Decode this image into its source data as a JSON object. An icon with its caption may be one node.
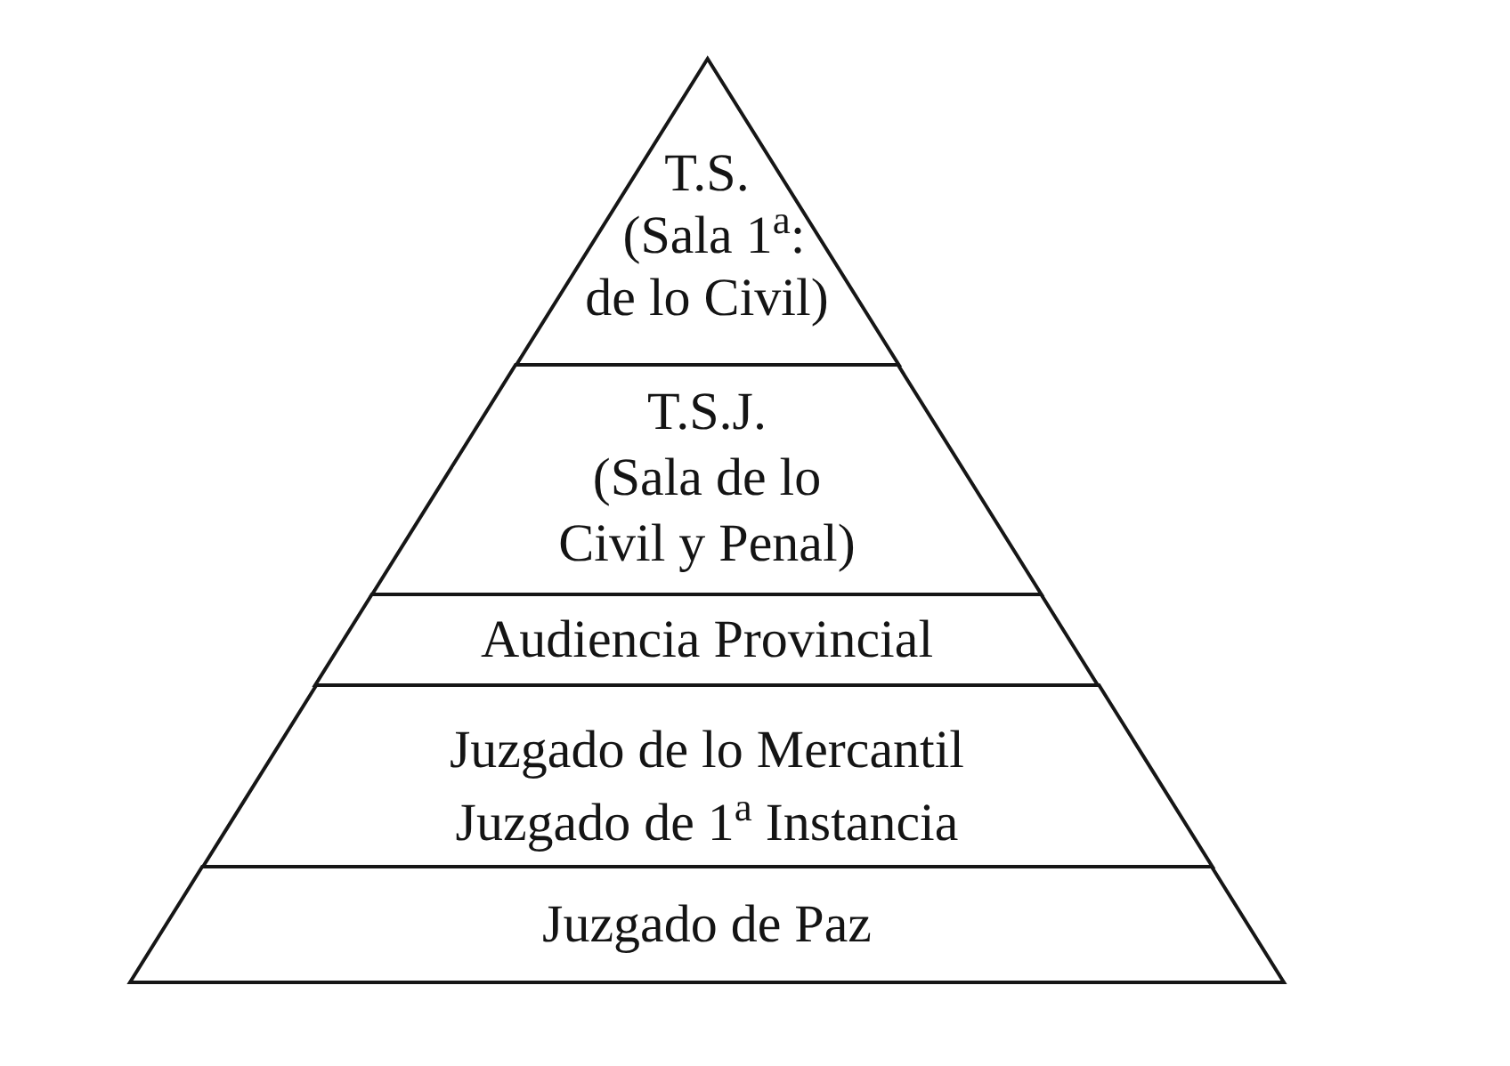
{
  "diagram": {
    "nodes": [
      {
        "text": [
          "T.S.",
          "(Sala 1$^{a}$: de lo Civil)"
        ]
      },
      {
        "text": [
          "T.S.J.",
          "(Sala de lo Civil y Penal)"
        ]
      },
      {
        "text": [
          "Audiencia Provincial"
        ]
      },
      {
        "text": [
          "Juzgado de lo Mercantil",
          "Juzgado de 1$^{a}$ Instancia"
        ]
      },
      {
        "text": [
          "Juzgado de Paz"
        ]
      }
    ]
  }
}
